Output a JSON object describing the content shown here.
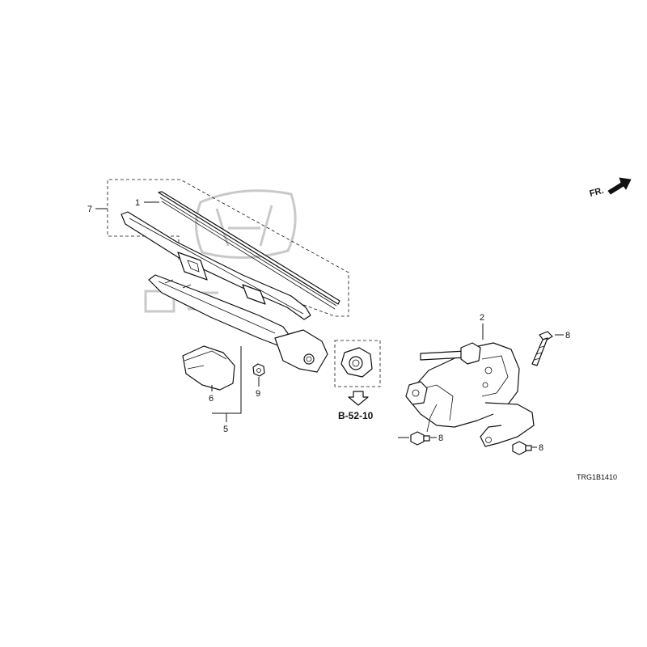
{
  "orientation": {
    "label": "FR."
  },
  "callouts": {
    "c1": "1",
    "c2": "2",
    "c5": "5",
    "c6": "6",
    "c7": "7",
    "c8a": "8",
    "c8b": "8",
    "c8c": "8",
    "c9": "9"
  },
  "reference": {
    "label": "B-52-10"
  },
  "diagram_code": "TRG1B1410"
}
